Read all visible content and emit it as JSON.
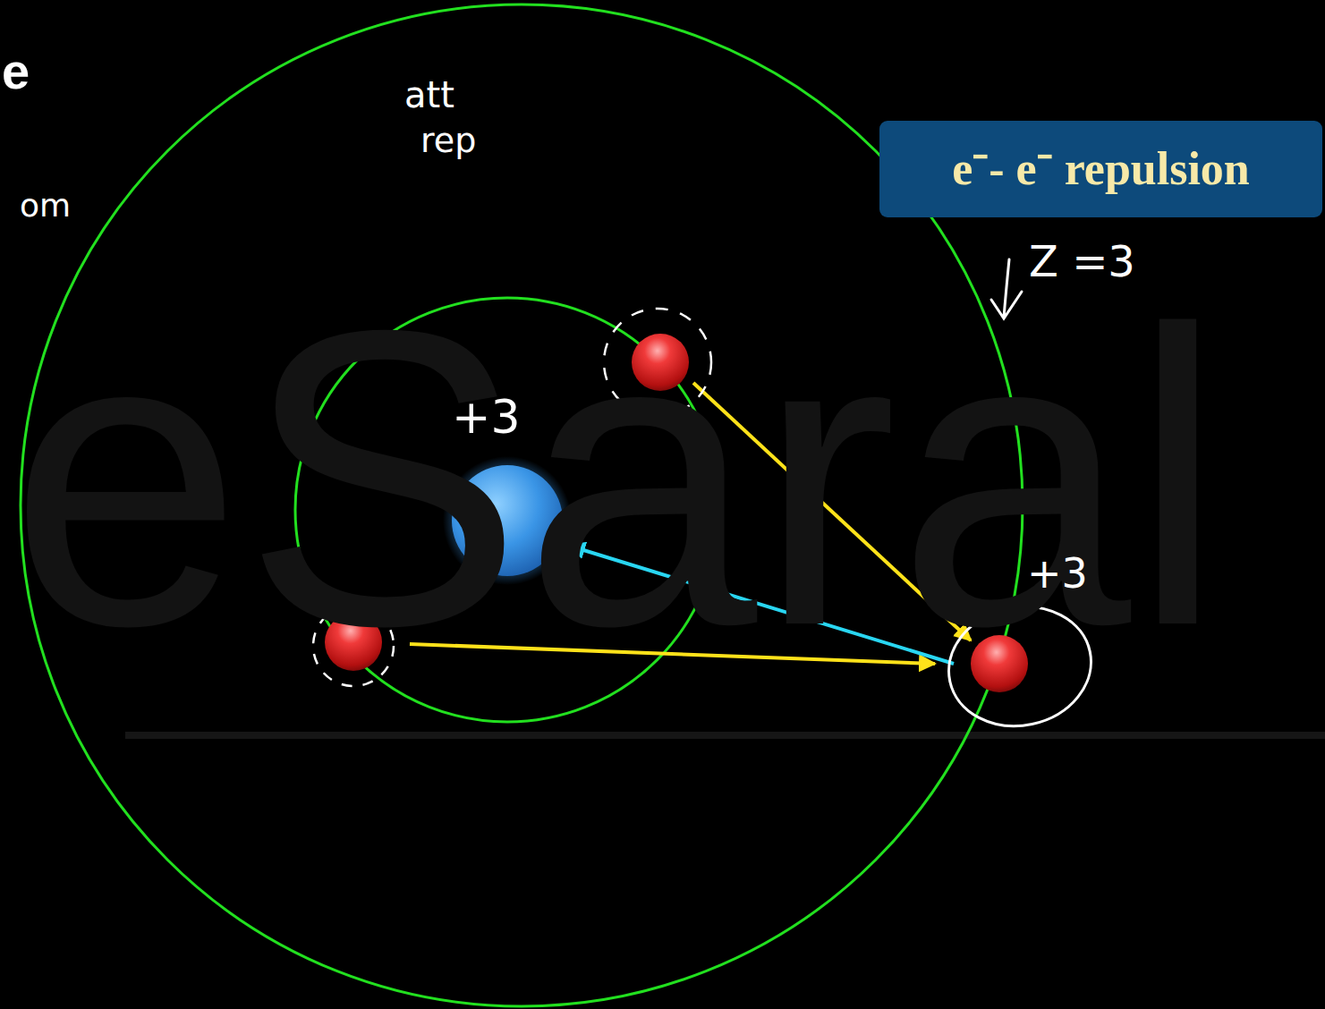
{
  "diagram": {
    "nodes": [
      {
        "text": [
          "e⁻- e⁻ repulsion"
        ]
      }
    ],
    "labels": [
      "e",
      "om",
      "att",
      "rep",
      "+3",
      "+3",
      "Z =3",
      "eSaral"
    ]
  }
}
